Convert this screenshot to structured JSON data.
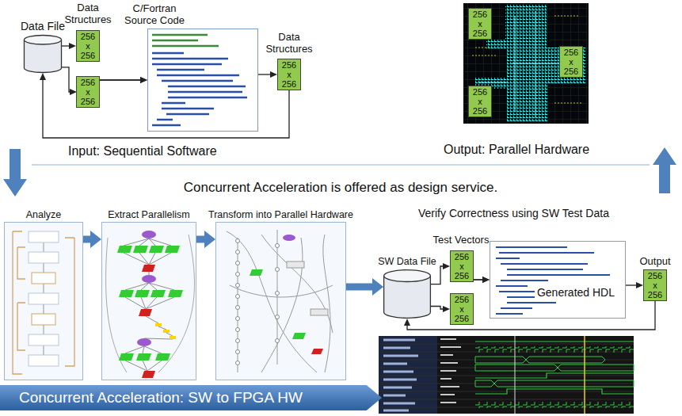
{
  "diagram": {
    "nodes": [
      {
        "text": [
          "Data File"
        ]
      },
      {
        "text": [
          "256 x 256"
        ]
      },
      {
        "text": [
          "256 x 256"
        ]
      },
      {
        "text": [
          "C/Fortran Source Code"
        ]
      },
      {
        "text": [
          "256 x 256"
        ]
      },
      {
        "text": [
          "256 x 256"
        ]
      },
      {
        "text": [
          "256 x 256"
        ]
      },
      {
        "text": [
          "256 x 256"
        ]
      },
      {
        "text": [
          "Analyze"
        ]
      },
      {
        "text": [
          "Extract Parallelism"
        ]
      },
      {
        "text": [
          "Transform into Parallel Hardware"
        ]
      },
      {
        "text": [
          "SW Data File"
        ]
      },
      {
        "text": [
          "256 x 256"
        ]
      },
      {
        "text": [
          "256 x 256"
        ]
      },
      {
        "text": [
          "Generated HDL"
        ]
      },
      {
        "text": [
          "Output",
          "256 x 256"
        ]
      },
      {
        "text": [
          "Concurrent Acceleration: SW to FPGA HW"
        ]
      }
    ],
    "edges": [
      {
        "from": 0,
        "to": 1,
        "arrow": "to"
      },
      {
        "from": 0,
        "to": 2,
        "arrow": "to"
      },
      {
        "from": 1,
        "to": 3,
        "arrow": "to"
      },
      {
        "from": 2,
        "to": 3,
        "arrow": "to"
      },
      {
        "from": 3,
        "to": 4,
        "arrow": "to"
      },
      {
        "from": 4,
        "to": 0,
        "arrow": "to"
      },
      {
        "from": 8,
        "to": 9,
        "arrow": "to"
      },
      {
        "from": 9,
        "to": 10,
        "arrow": "to"
      },
      {
        "from": 11,
        "to": 12,
        "arrow": "to"
      },
      {
        "from": 11,
        "to": 13,
        "arrow": "to"
      },
      {
        "from": 12,
        "to": 14,
        "arrow": "to"
      },
      {
        "from": 13,
        "to": 14,
        "arrow": "to"
      },
      {
        "from": 14,
        "to": 15,
        "arrow": "to"
      },
      {
        "from": 15,
        "to": 11,
        "arrow": "to"
      },
      {
        "from": 10,
        "to": 11,
        "arrow": "to"
      }
    ],
    "labels": [
      "Data Structures",
      "Data Structures",
      "Input: Sequential Software",
      "Output: Parallel Hardware",
      "Concurrent Acceleration is offered as design service.",
      "Verify Correctness using SW Test Data",
      "Test Vectors"
    ]
  }
}
